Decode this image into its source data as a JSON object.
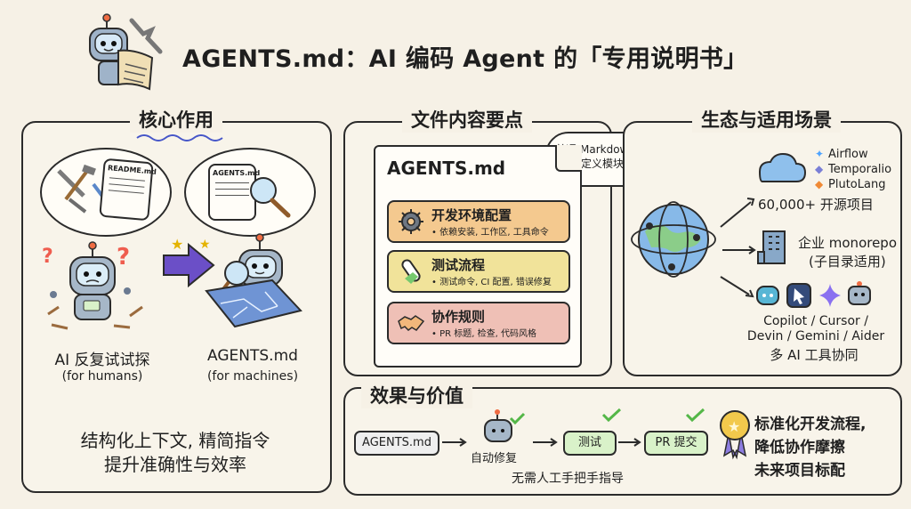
{
  "title": "AGENTS.md：AI 编码 Agent 的「专用说明书」",
  "panels": {
    "left": {
      "title": "核心作用",
      "robot_left_label": "AI 反复试试探",
      "robot_left_sub": "(for humans)",
      "robot_right_label": "AGENTS.md",
      "robot_right_sub": "(for machines)",
      "doc_left": "README.md",
      "doc_right": "AGENTS.md",
      "summary_line1": "结构化上下文, 精简指令",
      "summary_line2": "提升准确性与效率"
    },
    "middle": {
      "title": "文件内容要点",
      "note": "普通 Markdown,\n自定义模块",
      "doc_title": "AGENTS.md",
      "sections": [
        {
          "title": "开发环境配置",
          "sub": "• 依赖安装, 工作区, 工具命令"
        },
        {
          "title": "测试流程",
          "sub": "• 测试命令, CI 配置, 错误修复"
        },
        {
          "title": "协作规则",
          "sub": "• PR 标题, 检查, 代码风格"
        }
      ]
    },
    "right": {
      "title": "生态与适用场景",
      "tools": [
        "Airflow",
        "Temporalio",
        "PlutoLang"
      ],
      "projects": "60,000+ 开源项目",
      "enterprise_1": "企业 monorepo",
      "enterprise_2": "(子目录适用)",
      "agents_line1": "Copilot / Cursor /",
      "agents_line2": "Devin / Gemini / Aider",
      "agents_line3": "多 AI 工具协同"
    },
    "bottom": {
      "title": "效果与价值",
      "flow": [
        "AGENTS.md",
        "自动修复",
        "测试",
        "PR 提交"
      ],
      "no_hand": "无需人工手把手指导",
      "value_1": "标准化开发流程,",
      "value_2": "降低协作摩擦",
      "value_3": "未来项目标配"
    }
  }
}
